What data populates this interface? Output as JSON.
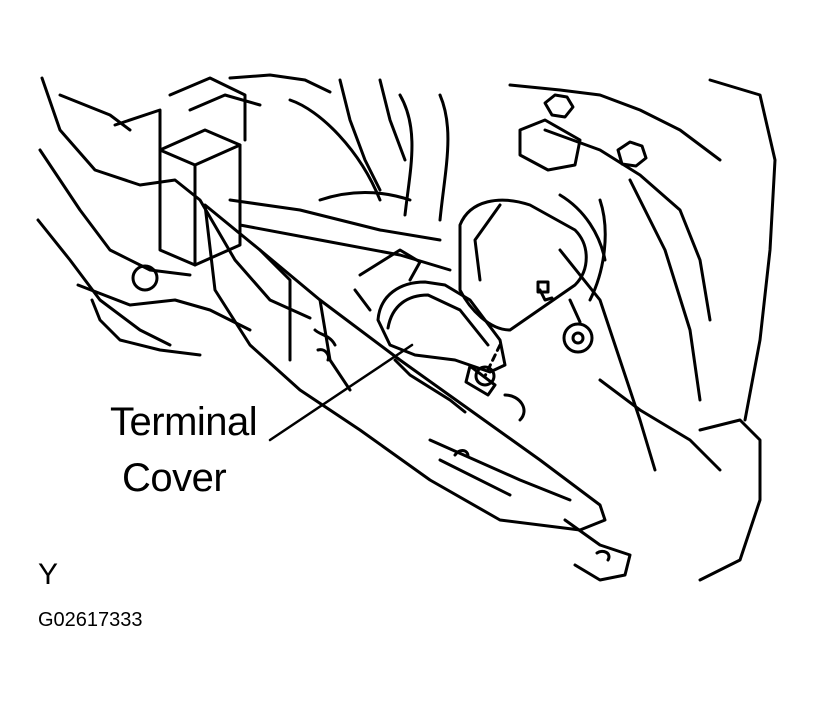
{
  "callout": {
    "line1": "Terminal",
    "line2": "Cover"
  },
  "view_letter": "Y",
  "figure_id": "G02617333",
  "colors": {
    "ink": "#000000",
    "paper": "#ffffff"
  }
}
